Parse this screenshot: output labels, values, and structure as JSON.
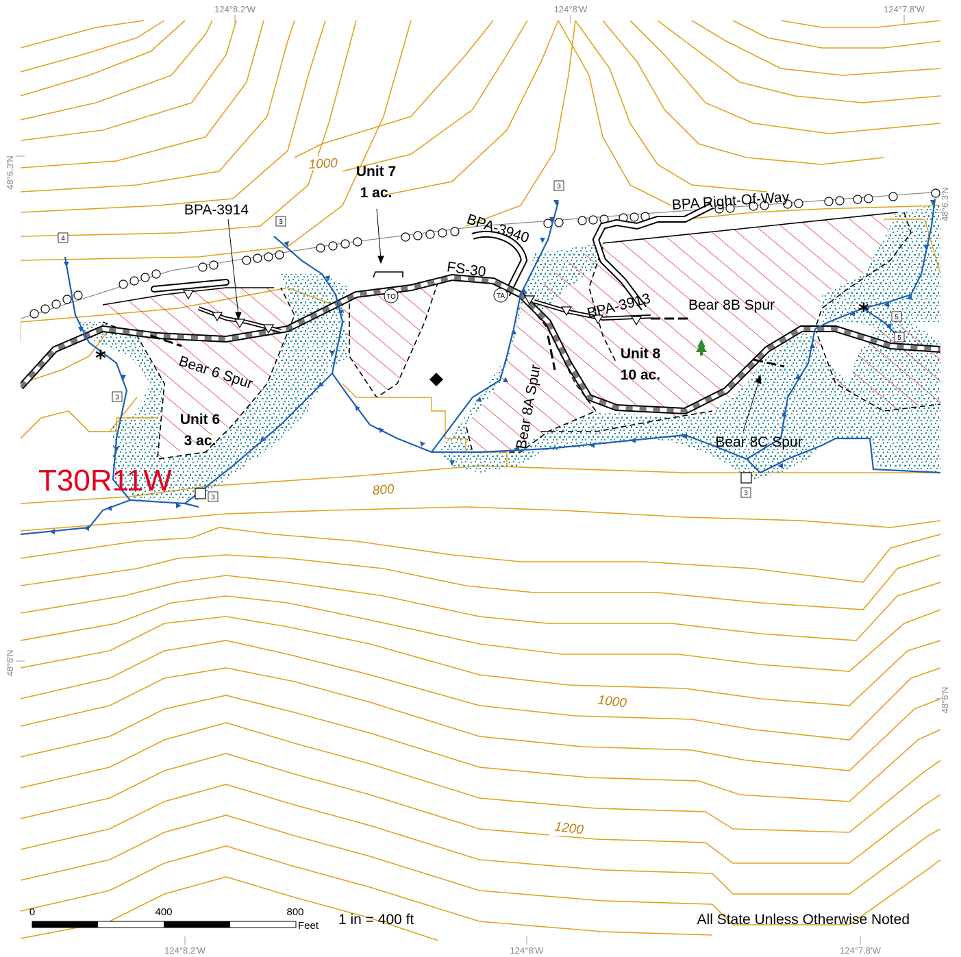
{
  "coords": {
    "top": [
      "124°8.2'W",
      "124°8'W",
      "124°7.8'W"
    ],
    "bottom": [
      "124°8.2'W",
      "124°8'W",
      "124°7.8'W"
    ],
    "left": [
      "48°6.3'N",
      "48°6'N"
    ],
    "right": [
      "48°6.3'N",
      "48°6'N"
    ]
  },
  "contour_labels": [
    "1000",
    "800",
    "1000",
    "1200"
  ],
  "roads": {
    "bpa_row": "BPA Right-Of-Way",
    "bpa_3914": "BPA-3914",
    "bpa_3940": "BPA-3940",
    "fs_30": "FS-30",
    "bpa_3913": "BPA-3913",
    "bear_8b": "Bear 8B Spur",
    "bear_6": "Bear 6 Spur",
    "bear_8a": "Bear 8A Spur",
    "bear_8c": "Bear 8C Spur",
    "edge_label": "0"
  },
  "units": [
    {
      "name": "Unit 7",
      "area": "1 ac."
    },
    {
      "name": "Unit 6",
      "area": "3 ac."
    },
    {
      "name": "Unit 8",
      "area": "10 ac."
    }
  ],
  "township": "T30R11W",
  "stream_types": [
    "4",
    "3",
    "3",
    "3",
    "3",
    "5",
    "5",
    "3"
  ],
  "road_points": [
    "TO",
    "TA"
  ],
  "scale": {
    "ticks": [
      "0",
      "400",
      "800"
    ],
    "unit": "Feet",
    "ratio": "1 in = 400 ft"
  },
  "ownership_note": "All State Unless Otherwise Noted",
  "colors": {
    "contour": "#e0a21c",
    "stream": "#1f5fb6",
    "harvest_hatch": "#e2001a",
    "rmz_dots": "#2a8f9e",
    "township": "#e2001a"
  }
}
